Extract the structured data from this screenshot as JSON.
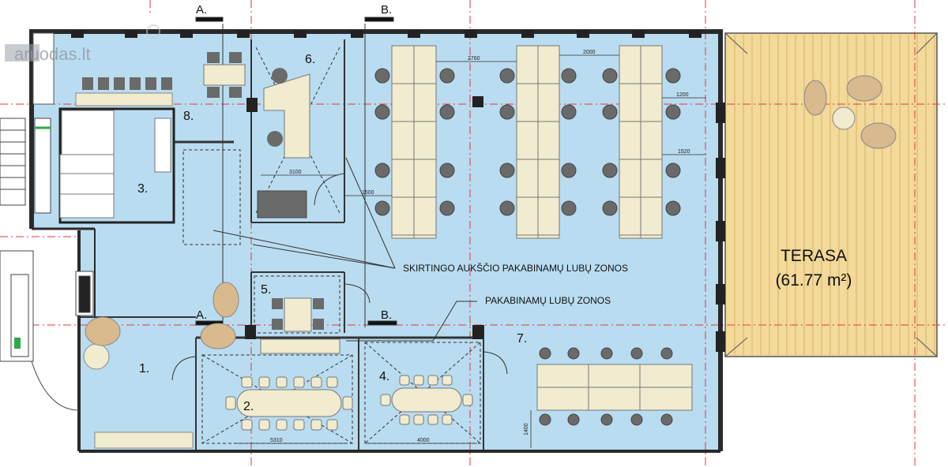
{
  "watermark": {
    "text": "aruodas.lt"
  },
  "colors": {
    "interior": "#b9dcf0",
    "terrace_fill": "#f3d99a",
    "terrace_lines": "#d4b46a",
    "wall": "#2a2a2a",
    "grid_line": "#e03a3a",
    "furniture": "#f1ebcf",
    "chair": "#6a6a6a",
    "lounge_chair": "#d9b98e"
  },
  "sections": {
    "a_top": "A.",
    "b_top": "B.",
    "a_bottom": "A.",
    "b_bottom": "B."
  },
  "rooms": {
    "r1": "1.",
    "r2": "2.",
    "r3": "3.",
    "r4": "4.",
    "r5": "5.",
    "r6": "6.",
    "r7": "7.",
    "r8": "8."
  },
  "dimensions": {
    "d2760": "2760",
    "d2000": "2000",
    "d1200": "1200",
    "d1520": "1520",
    "d3100": "3100",
    "d1500": "1500",
    "d5310": "5310",
    "d4000": "4000",
    "d1400": "1400"
  },
  "annotations": {
    "ceiling_zones_varied": "SKIRTINGO AUKŠČIO PAKABINAMŲ LUBŲ ZONOS",
    "ceiling_zones": "PAKABINAMŲ LUBŲ ZONOS"
  },
  "terrace": {
    "label": "TERASA",
    "area": "(61.77 m²)"
  }
}
